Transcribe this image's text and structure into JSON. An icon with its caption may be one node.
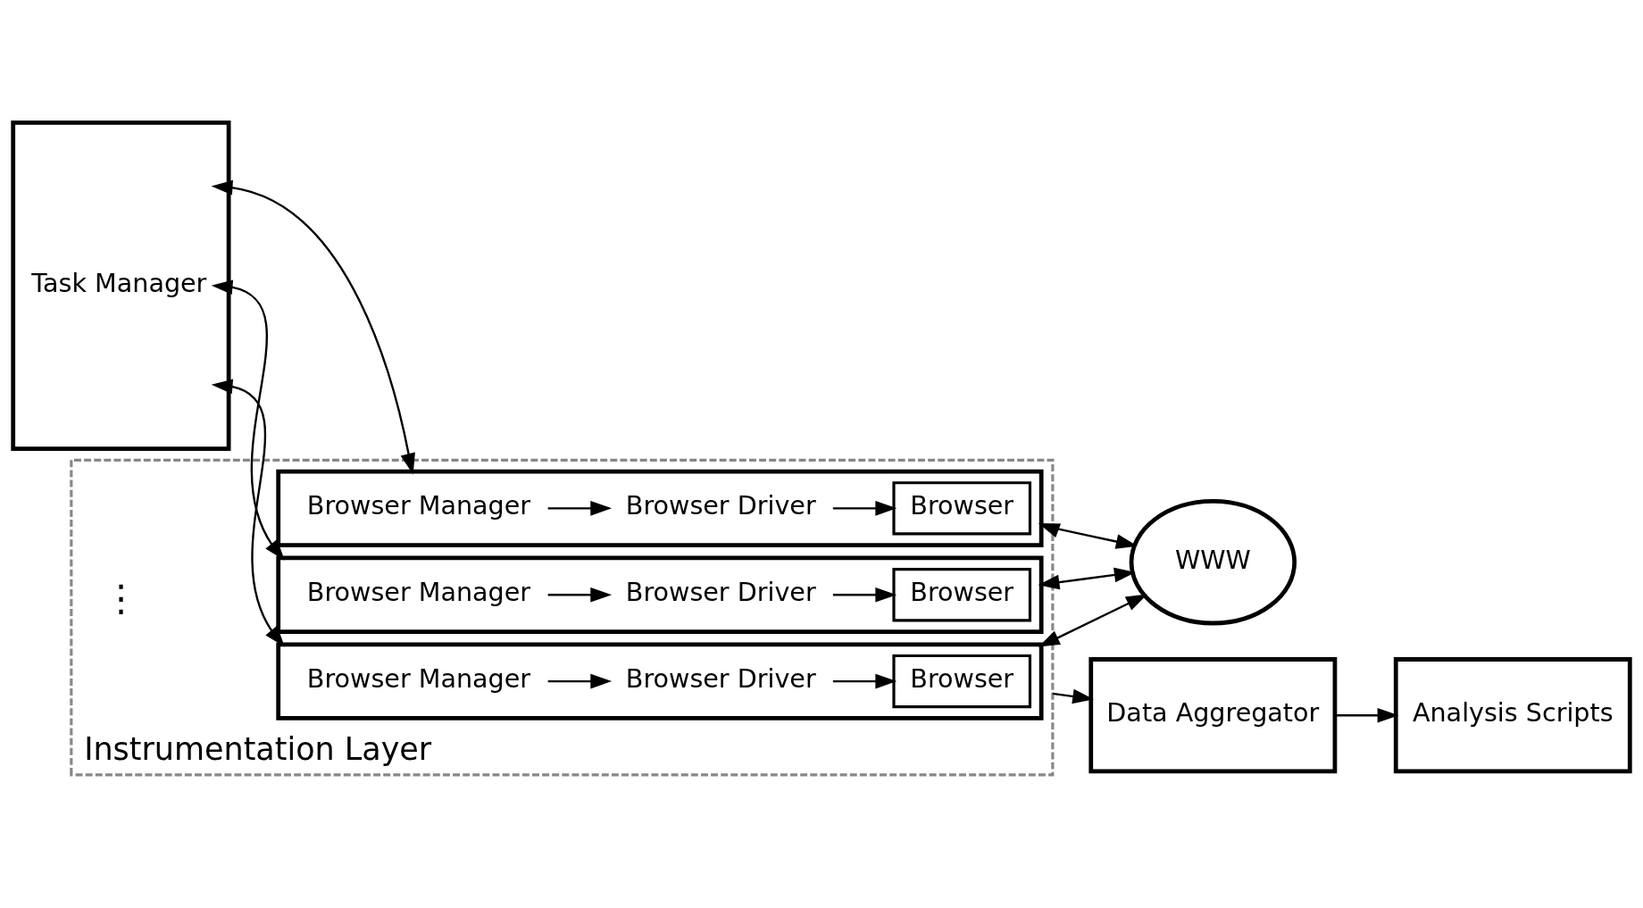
{
  "diagram": {
    "nodes": [
      {
        "text": [
          "Task Manager"
        ]
      },
      {
        "text": [
          "Instrumentation Layer"
        ]
      },
      {
        "text": [],
        "shape": "box",
        "in": 1
      },
      {
        "text": [
          "Browser Manager"
        ],
        "in": 2
      },
      {
        "text": [
          "Browser Driver"
        ],
        "in": 2
      },
      {
        "text": [
          "Browser"
        ],
        "in": 2
      },
      {
        "text": [],
        "shape": "box",
        "in": 1
      },
      {
        "text": [
          "Browser Manager"
        ],
        "in": 6
      },
      {
        "text": [
          "Browser Driver"
        ],
        "in": 6
      },
      {
        "text": [
          "Browser"
        ],
        "in": 6
      },
      {
        "text": [],
        "shape": "box",
        "in": 1
      },
      {
        "text": [
          "Browser Manager"
        ],
        "in": 10
      },
      {
        "text": [
          "Browser Driver"
        ],
        "in": 10
      },
      {
        "text": [
          "Browser"
        ],
        "in": 10
      },
      {
        "text": [
          "WWW"
        ]
      },
      {
        "text": [
          "Data Aggregator"
        ]
      },
      {
        "text": [
          "Analysis Scripts"
        ]
      }
    ],
    "edges": [
      {
        "from": 0,
        "to": 2,
        "arrow": "both"
      },
      {
        "from": 3,
        "to": 4,
        "arrow": "to"
      },
      {
        "from": 4,
        "to": 5,
        "arrow": "to"
      },
      {
        "from": 2,
        "to": 14,
        "arrow": "both"
      },
      {
        "from": 0,
        "to": 6,
        "arrow": "both"
      },
      {
        "from": 7,
        "to": 8,
        "arrow": "to"
      },
      {
        "from": 8,
        "to": 9,
        "arrow": "to"
      },
      {
        "from": 6,
        "to": 14,
        "arrow": "both"
      },
      {
        "from": 0,
        "to": 10,
        "arrow": "both"
      },
      {
        "from": 11,
        "to": 12,
        "arrow": "to"
      },
      {
        "from": 12,
        "to": 13,
        "arrow": "to"
      },
      {
        "from": 10,
        "to": 14,
        "arrow": "both"
      },
      {
        "from": 1,
        "to": 15,
        "arrow": "to"
      },
      {
        "from": 15,
        "to": 16,
        "arrow": "to"
      }
    ],
    "labels": [
      "⋮"
    ]
  }
}
